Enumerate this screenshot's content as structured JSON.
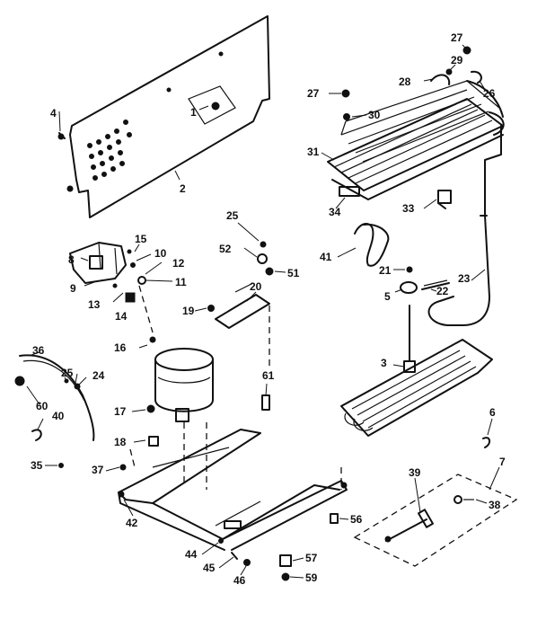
{
  "colors": {
    "ink": "#111111",
    "paper": "#ffffff"
  },
  "callouts": {
    "c1": "1",
    "c2": "2",
    "c3": "3",
    "c4": "4",
    "c5": "5",
    "c6": "6",
    "c7": "7",
    "c8": "8",
    "c9": "9",
    "c10": "10",
    "c11": "11",
    "c12": "12",
    "c13": "13",
    "c14": "14",
    "c15": "15",
    "c16": "16",
    "c17": "17",
    "c18": "18",
    "c19": "19",
    "c20": "20",
    "c21": "21",
    "c22": "22",
    "c23": "23",
    "c24": "24",
    "c25a": "25",
    "c25b": "25",
    "c26": "26",
    "c27a": "27",
    "c27b": "27",
    "c28": "28",
    "c29": "29",
    "c30": "30",
    "c31": "31",
    "c33": "33",
    "c34": "34",
    "c35": "35",
    "c36": "36",
    "c37": "37",
    "c38": "38",
    "c39": "39",
    "c40": "40",
    "c41": "41",
    "c42": "42",
    "c44": "44",
    "c45": "45",
    "c46": "46",
    "c51": "51",
    "c52": "52",
    "c56": "56",
    "c57": "57",
    "c59": "59",
    "c60": "60",
    "c61": "61"
  }
}
